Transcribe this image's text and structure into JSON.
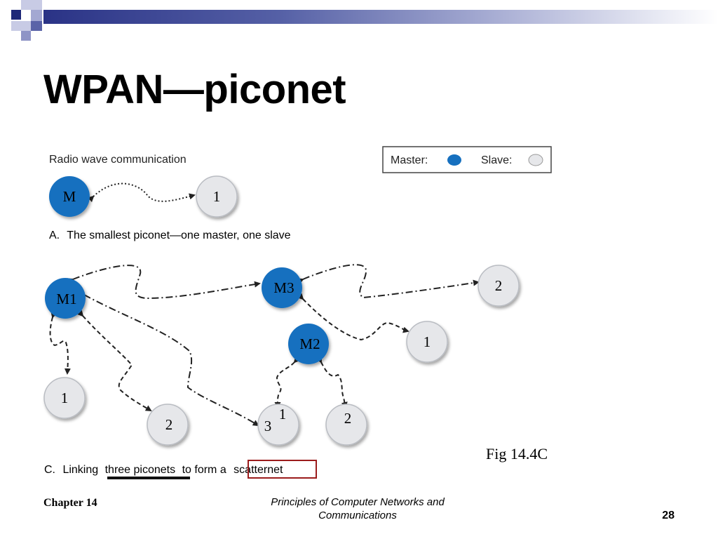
{
  "slide": {
    "title": "WPAN—piconet",
    "figure_label": "Fig 14.4C",
    "footer": {
      "chapter": "Chapter 14",
      "book_line1": "Principles of Computer Networks and",
      "book_line2": "Communications",
      "page": "28"
    }
  },
  "diagram": {
    "section_a": {
      "heading": "Radio wave communication",
      "caption_letter": "A.",
      "caption_text": "The smallest piconet—one master, one slave",
      "master_label": "M",
      "slave_label": "1"
    },
    "legend": {
      "master_label": "Master:",
      "slave_label": "Slave:"
    },
    "section_c": {
      "caption_letter": "C.",
      "caption_text_1": "Linking",
      "caption_text_2": "three piconets",
      "caption_text_3": "to form a",
      "caption_text_4": "scatternet",
      "nodes": {
        "m1": "M1",
        "m2": "M2",
        "m3": "M3",
        "m1_slave_1": "1",
        "m1_slave_2": "2",
        "shared_slave_1": "1",
        "shared_slave_3": "3",
        "m2_slave_2": "2",
        "m3_slave_1": "1",
        "m3_slave_2": "2"
      }
    },
    "colors": {
      "master_fill": "#1670bf",
      "slave_fill": "#e6e7ea",
      "highlight_box": "#9b1c1c",
      "underline": "#111111",
      "title_bar": "#2a3386"
    }
  }
}
